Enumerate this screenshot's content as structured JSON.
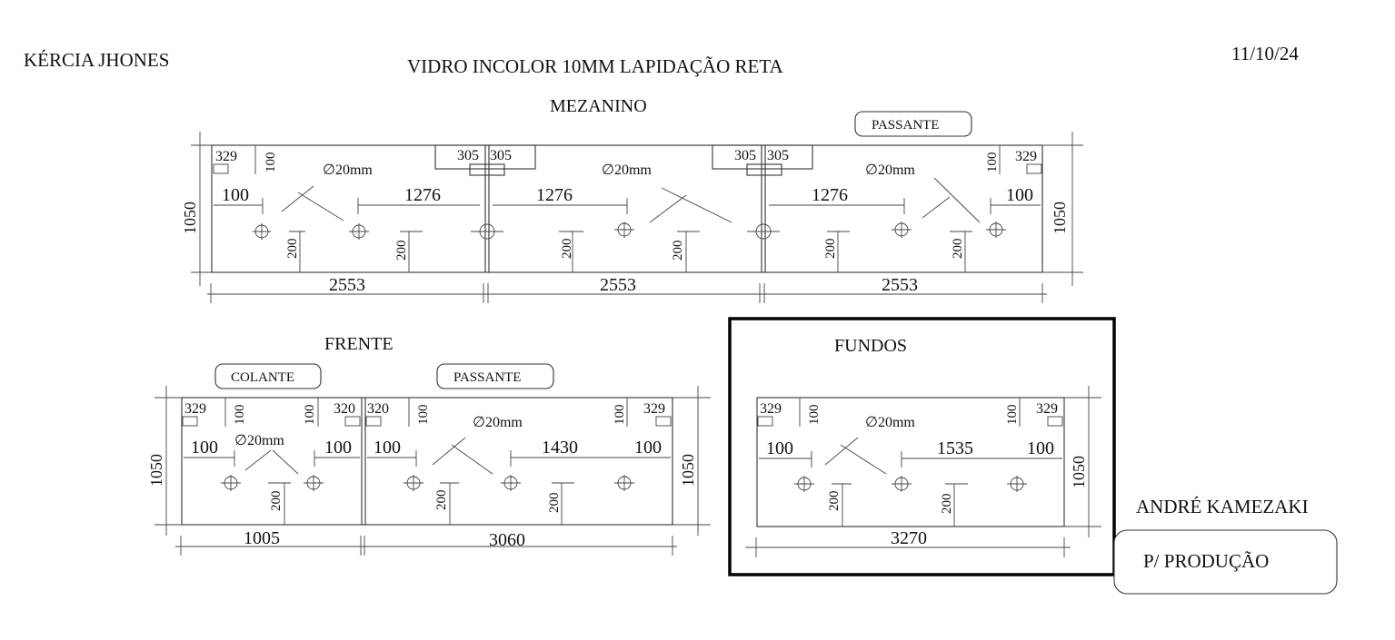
{
  "header": {
    "client": "KÉRCIA JHONES",
    "title": "VIDRO INCOLOR 10MM LAPIDAÇÃO RETA",
    "date": "11/10/24"
  },
  "footer": {
    "signature": "ANDRÉ KAMEZAKI",
    "stamp": "P/ PRODUÇÃO"
  },
  "colors": {
    "ink": "#111111",
    "highlight_box": "#000000"
  },
  "sections": {
    "mezanino": {
      "title": "MEZANINO",
      "tag": "PASSANTE",
      "height": "1050",
      "panels": [
        {
          "width": "2553",
          "notch": "329",
          "notch_h": "100",
          "edge": "100",
          "span": "1276",
          "hole": "∅20mm",
          "drop_a": "200",
          "drop_b": "200",
          "joint": "305"
        },
        {
          "width": "2553",
          "joint_l": "305",
          "joint_r": "305",
          "span": "1276",
          "hole": "∅20mm",
          "drop_a": "200",
          "drop_b": "200"
        },
        {
          "width": "2553",
          "joint": "305",
          "span": "1276",
          "edge": "100",
          "notch": "329",
          "notch_h": "100",
          "hole": "∅20mm",
          "drop_a": "200",
          "drop_b": "200"
        }
      ]
    },
    "frente": {
      "title": "FRENTE",
      "height": "1050",
      "panels": [
        {
          "tag": "COLANTE",
          "width": "1005",
          "notch_l": "329",
          "notch_r": "320",
          "notch_h": "100",
          "edge_l": "100",
          "edge_r": "100",
          "hole": "∅20mm",
          "drop": "200"
        },
        {
          "tag": "PASSANTE",
          "width": "3060",
          "notch_l": "320",
          "notch_r": "329",
          "notch_h": "100",
          "edge_l": "100",
          "span": "1430",
          "edge_r": "100",
          "hole": "∅20mm",
          "drop_a": "200",
          "drop_b": "200"
        }
      ]
    },
    "fundos": {
      "title": "FUNDOS",
      "height": "1050",
      "width": "3270",
      "notch_l": "329",
      "notch_r": "329",
      "notch_h": "100",
      "edge_l": "100",
      "span": "1535",
      "edge_r": "100",
      "hole": "∅20mm",
      "drop_a": "200",
      "drop_b": "200"
    }
  }
}
